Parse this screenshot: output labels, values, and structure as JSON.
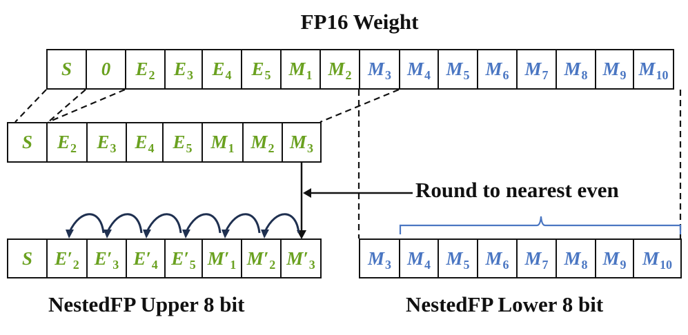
{
  "title": "FP16 Weight",
  "annotation": "Round to nearest even",
  "upper_caption": "NestedFP Upper 8 bit",
  "lower_caption": "NestedFP Lower 8 bit",
  "colors": {
    "exponent_mantissa_high": "#6aa120",
    "mantissa_low": "#4a76c2",
    "stroke": "#111111",
    "arc": "#1f3050",
    "brace": "#4a76c2"
  },
  "fp16_bits": [
    {
      "sym": "S",
      "sub": "",
      "prime": false,
      "color": "green"
    },
    {
      "sym": "0",
      "sub": "",
      "prime": false,
      "color": "green"
    },
    {
      "sym": "E",
      "sub": "2",
      "prime": false,
      "color": "green"
    },
    {
      "sym": "E",
      "sub": "3",
      "prime": false,
      "color": "green"
    },
    {
      "sym": "E",
      "sub": "4",
      "prime": false,
      "color": "green"
    },
    {
      "sym": "E",
      "sub": "5",
      "prime": false,
      "color": "green"
    },
    {
      "sym": "M",
      "sub": "1",
      "prime": false,
      "color": "green"
    },
    {
      "sym": "M",
      "sub": "2",
      "prime": false,
      "color": "green"
    },
    {
      "sym": "M",
      "sub": "3",
      "prime": false,
      "color": "blue"
    },
    {
      "sym": "M",
      "sub": "4",
      "prime": false,
      "color": "blue"
    },
    {
      "sym": "M",
      "sub": "5",
      "prime": false,
      "color": "blue"
    },
    {
      "sym": "M",
      "sub": "6",
      "prime": false,
      "color": "blue"
    },
    {
      "sym": "M",
      "sub": "7",
      "prime": false,
      "color": "blue"
    },
    {
      "sym": "M",
      "sub": "8",
      "prime": false,
      "color": "blue"
    },
    {
      "sym": "M",
      "sub": "9",
      "prime": false,
      "color": "blue"
    },
    {
      "sym": "M",
      "sub": "10",
      "prime": false,
      "color": "blue"
    }
  ],
  "extracted_bits": [
    {
      "sym": "S",
      "sub": "",
      "prime": false,
      "color": "green"
    },
    {
      "sym": "E",
      "sub": "2",
      "prime": false,
      "color": "green"
    },
    {
      "sym": "E",
      "sub": "3",
      "prime": false,
      "color": "green"
    },
    {
      "sym": "E",
      "sub": "4",
      "prime": false,
      "color": "green"
    },
    {
      "sym": "E",
      "sub": "5",
      "prime": false,
      "color": "green"
    },
    {
      "sym": "M",
      "sub": "1",
      "prime": false,
      "color": "green"
    },
    {
      "sym": "M",
      "sub": "2",
      "prime": false,
      "color": "green"
    },
    {
      "sym": "M",
      "sub": "3",
      "prime": false,
      "color": "green"
    }
  ],
  "upper_bits": [
    {
      "sym": "S",
      "sub": "",
      "prime": false,
      "color": "green"
    },
    {
      "sym": "E",
      "sub": "2",
      "prime": true,
      "color": "green"
    },
    {
      "sym": "E",
      "sub": "3",
      "prime": true,
      "color": "green"
    },
    {
      "sym": "E",
      "sub": "4",
      "prime": true,
      "color": "green"
    },
    {
      "sym": "E",
      "sub": "5",
      "prime": true,
      "color": "green"
    },
    {
      "sym": "M",
      "sub": "1",
      "prime": true,
      "color": "green"
    },
    {
      "sym": "M",
      "sub": "2",
      "prime": true,
      "color": "green"
    },
    {
      "sym": "M",
      "sub": "3",
      "prime": true,
      "color": "green"
    }
  ],
  "lower_bits": [
    {
      "sym": "M",
      "sub": "3",
      "prime": false,
      "color": "blue"
    },
    {
      "sym": "M",
      "sub": "4",
      "prime": false,
      "color": "blue"
    },
    {
      "sym": "M",
      "sub": "5",
      "prime": false,
      "color": "blue"
    },
    {
      "sym": "M",
      "sub": "6",
      "prime": false,
      "color": "blue"
    },
    {
      "sym": "M",
      "sub": "7",
      "prime": false,
      "color": "blue"
    },
    {
      "sym": "M",
      "sub": "8",
      "prime": false,
      "color": "blue"
    },
    {
      "sym": "M",
      "sub": "9",
      "prime": false,
      "color": "blue"
    },
    {
      "sym": "M",
      "sub": "10",
      "prime": false,
      "color": "blue"
    }
  ]
}
